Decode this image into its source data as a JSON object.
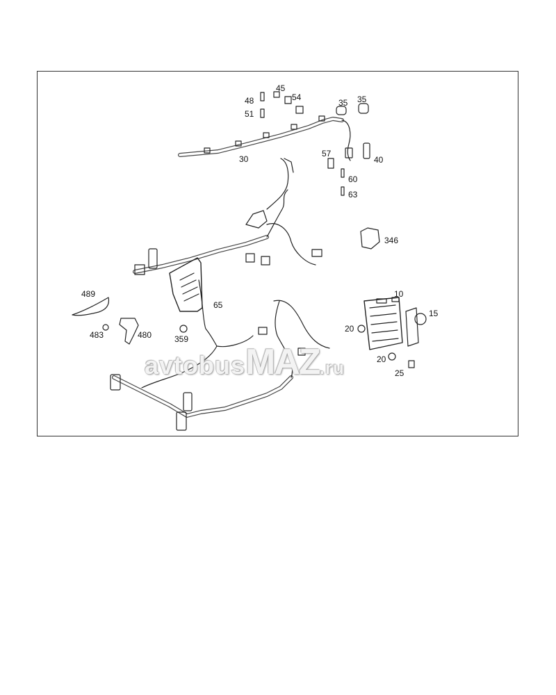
{
  "watermark": {
    "pre": "avtobus",
    "brand": "MAZ",
    "post": ".ru"
  },
  "callouts": [
    {
      "id": "c48",
      "text": "48"
    },
    {
      "id": "c45",
      "text": "45"
    },
    {
      "id": "c54",
      "text": "54"
    },
    {
      "id": "c51",
      "text": "51"
    },
    {
      "id": "c35a",
      "text": "35"
    },
    {
      "id": "c35b",
      "text": "35"
    },
    {
      "id": "c30",
      "text": "30"
    },
    {
      "id": "c57",
      "text": "57"
    },
    {
      "id": "c40",
      "text": "40"
    },
    {
      "id": "c60",
      "text": "60"
    },
    {
      "id": "c63",
      "text": "63"
    },
    {
      "id": "c346",
      "text": "346"
    },
    {
      "id": "c10",
      "text": "10"
    },
    {
      "id": "c489",
      "text": "489"
    },
    {
      "id": "c65",
      "text": "65"
    },
    {
      "id": "c15",
      "text": "15"
    },
    {
      "id": "c20a",
      "text": "20"
    },
    {
      "id": "c483",
      "text": "483"
    },
    {
      "id": "c480",
      "text": "480"
    },
    {
      "id": "c359",
      "text": "359"
    },
    {
      "id": "c20b",
      "text": "20"
    },
    {
      "id": "c25",
      "text": "25"
    }
  ]
}
